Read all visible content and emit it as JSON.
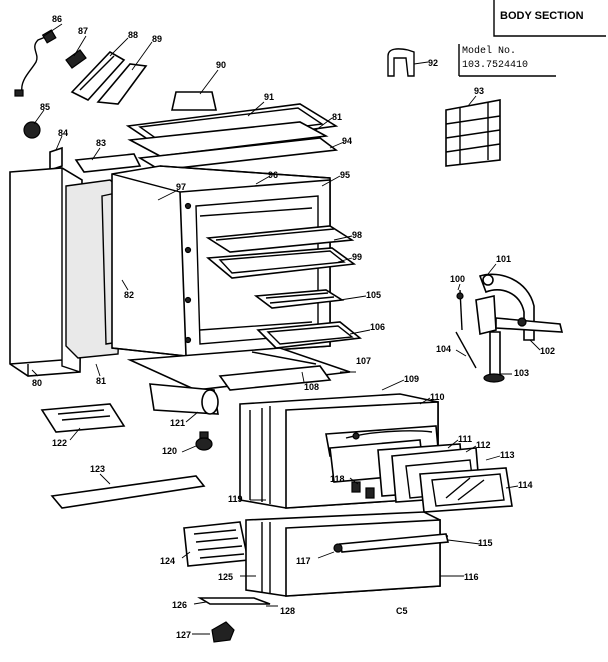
{
  "header": {
    "section_title": "BODY SECTION",
    "model_label": "Model No.",
    "model_number": "103.7524410"
  },
  "footer_code": "C5",
  "parts": [
    {
      "id": "p86",
      "num": "86"
    },
    {
      "id": "p87",
      "num": "87"
    },
    {
      "id": "p88",
      "num": "88"
    },
    {
      "id": "p89",
      "num": "89"
    },
    {
      "id": "p90",
      "num": "90"
    },
    {
      "id": "p91",
      "num": "91"
    },
    {
      "id": "p92",
      "num": "92"
    },
    {
      "id": "p93",
      "num": "93"
    },
    {
      "id": "p85",
      "num": "85"
    },
    {
      "id": "p84",
      "num": "84"
    },
    {
      "id": "p83",
      "num": "83"
    },
    {
      "id": "p81a",
      "num": "81"
    },
    {
      "id": "p94",
      "num": "94"
    },
    {
      "id": "p96",
      "num": "96"
    },
    {
      "id": "p95",
      "num": "95"
    },
    {
      "id": "p97",
      "num": "97"
    },
    {
      "id": "p98",
      "num": "98"
    },
    {
      "id": "p99",
      "num": "99"
    },
    {
      "id": "p82",
      "num": "82"
    },
    {
      "id": "p100",
      "num": "100"
    },
    {
      "id": "p101",
      "num": "101"
    },
    {
      "id": "p105",
      "num": "105"
    },
    {
      "id": "p106",
      "num": "106"
    },
    {
      "id": "p102",
      "num": "102"
    },
    {
      "id": "p104",
      "num": "104"
    },
    {
      "id": "p107",
      "num": "107"
    },
    {
      "id": "p103",
      "num": "103"
    },
    {
      "id": "p80",
      "num": "80"
    },
    {
      "id": "p81b",
      "num": "81"
    },
    {
      "id": "p108",
      "num": "108"
    },
    {
      "id": "p109",
      "num": "109"
    },
    {
      "id": "p110",
      "num": "110"
    },
    {
      "id": "p121",
      "num": "121"
    },
    {
      "id": "p122",
      "num": "122"
    },
    {
      "id": "p111",
      "num": "111"
    },
    {
      "id": "p112",
      "num": "112"
    },
    {
      "id": "p113",
      "num": "113"
    },
    {
      "id": "p120",
      "num": "120"
    },
    {
      "id": "p118",
      "num": "118"
    },
    {
      "id": "p114",
      "num": "114"
    },
    {
      "id": "p123",
      "num": "123"
    },
    {
      "id": "p119",
      "num": "119"
    },
    {
      "id": "p115",
      "num": "115"
    },
    {
      "id": "p124",
      "num": "124"
    },
    {
      "id": "p117",
      "num": "117"
    },
    {
      "id": "p125",
      "num": "125"
    },
    {
      "id": "p116",
      "num": "116"
    },
    {
      "id": "p126",
      "num": "126"
    },
    {
      "id": "p128",
      "num": "128"
    },
    {
      "id": "p127",
      "num": "127"
    }
  ]
}
